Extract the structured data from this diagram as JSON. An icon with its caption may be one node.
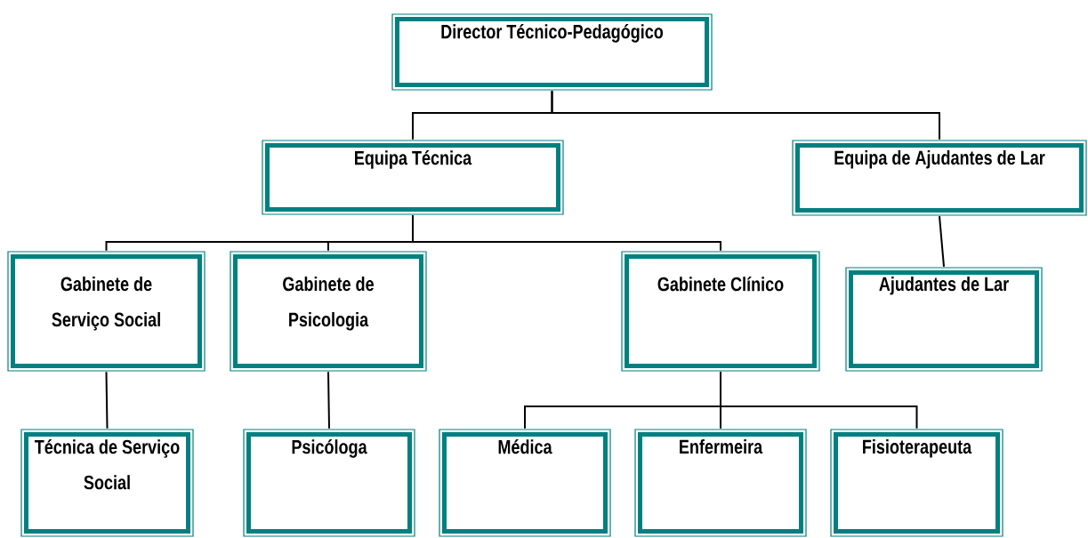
{
  "diagram": {
    "nodes": [
      {
        "text": [
          "Director Técnico-Pedagógico"
        ]
      },
      {
        "text": [
          "Equipa Técnica"
        ]
      },
      {
        "text": [
          "Equipa de Ajudantes de Lar"
        ]
      },
      {
        "text": [
          "Gabinete de Serviço Social"
        ]
      },
      {
        "text": [
          "Gabinete de Psicologia"
        ]
      },
      {
        "text": [
          "Gabinete Clínico"
        ]
      },
      {
        "text": [
          "Ajudantes de Lar"
        ]
      },
      {
        "text": [
          "Técnica de Serviço Social"
        ]
      },
      {
        "text": [
          "Psicóloga"
        ]
      },
      {
        "text": [
          "Médica"
        ]
      },
      {
        "text": [
          "Enfermeira"
        ]
      },
      {
        "text": [
          "Fisioterapeuta"
        ]
      }
    ],
    "edges": [
      {
        "from": 0,
        "to": 1,
        "arrow": "none"
      },
      {
        "from": 0,
        "to": 2,
        "arrow": "none"
      },
      {
        "from": 1,
        "to": 3,
        "arrow": "none"
      },
      {
        "from": 1,
        "to": 4,
        "arrow": "none"
      },
      {
        "from": 1,
        "to": 5,
        "arrow": "none"
      },
      {
        "from": 2,
        "to": 6,
        "arrow": "none"
      },
      {
        "from": 3,
        "to": 7,
        "arrow": "none"
      },
      {
        "from": 4,
        "to": 8,
        "arrow": "none"
      },
      {
        "from": 5,
        "to": 9,
        "arrow": "none"
      },
      {
        "from": 5,
        "to": 10,
        "arrow": "none"
      },
      {
        "from": 5,
        "to": 11,
        "arrow": "none"
      }
    ]
  }
}
